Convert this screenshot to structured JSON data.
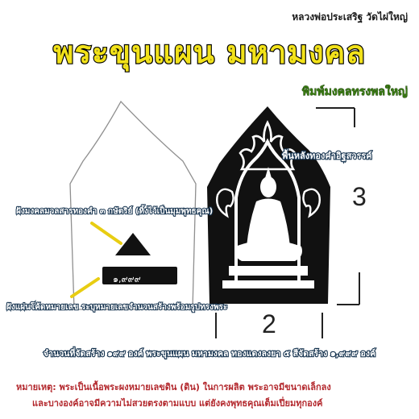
{
  "header": {
    "top_label": "หลวงพ่อประเสริฐ วัดไผ่ใหญ่",
    "title": "พระขุนแผน มหามงคล",
    "subtitle": "พิมพ์มงคลทรงพลใหญ่"
  },
  "annotations": {
    "side_label": "พื้นหลังทองคำอิฐสวรรค์",
    "upper_left": "ฝังมงคลมวลสารทองคำ ๓ กษัตริย์ (ทิ้งไว้เป็นมุมพุทธคุณ)",
    "plate_text": "๑,๙๙๙",
    "lower_left": "ฝังแผ่นโค้ดหมายเลข ระบุหมายเลขจำนวนสร้างพร้อมรูปทรงพระ"
  },
  "dimensions": {
    "width_label": "2",
    "height_label": "3"
  },
  "footer": {
    "production": "จำนวนที่จัดสร้าง ๑๙๙ องค์ พระขุนแผน มหามงคล ทองแดงลงยา ๕ สีจัดสร้าง ๑,๙๙๙ องค์",
    "note_line1": "หมายเหตุ: พระเป็นเนื้อพระผงหมายเลขดิน (ดิน) ในการผลิต พระอาจมีขนาดเล็กลง",
    "note_line2": "และบางองค์อาจมีความไม่สวยตรงตามแบบ แต่ยังคงพุทธคุณเต็มเปี่ยมทุกองค์"
  },
  "colors": {
    "title_fill": "#f2e21a",
    "title_stroke": "#000000",
    "subtitle": "#3c7d14",
    "annotation_stroke": "#14324e",
    "note": "#b3282d",
    "amulet_ink": "#111111",
    "leader_lines": "#e8cd12"
  }
}
